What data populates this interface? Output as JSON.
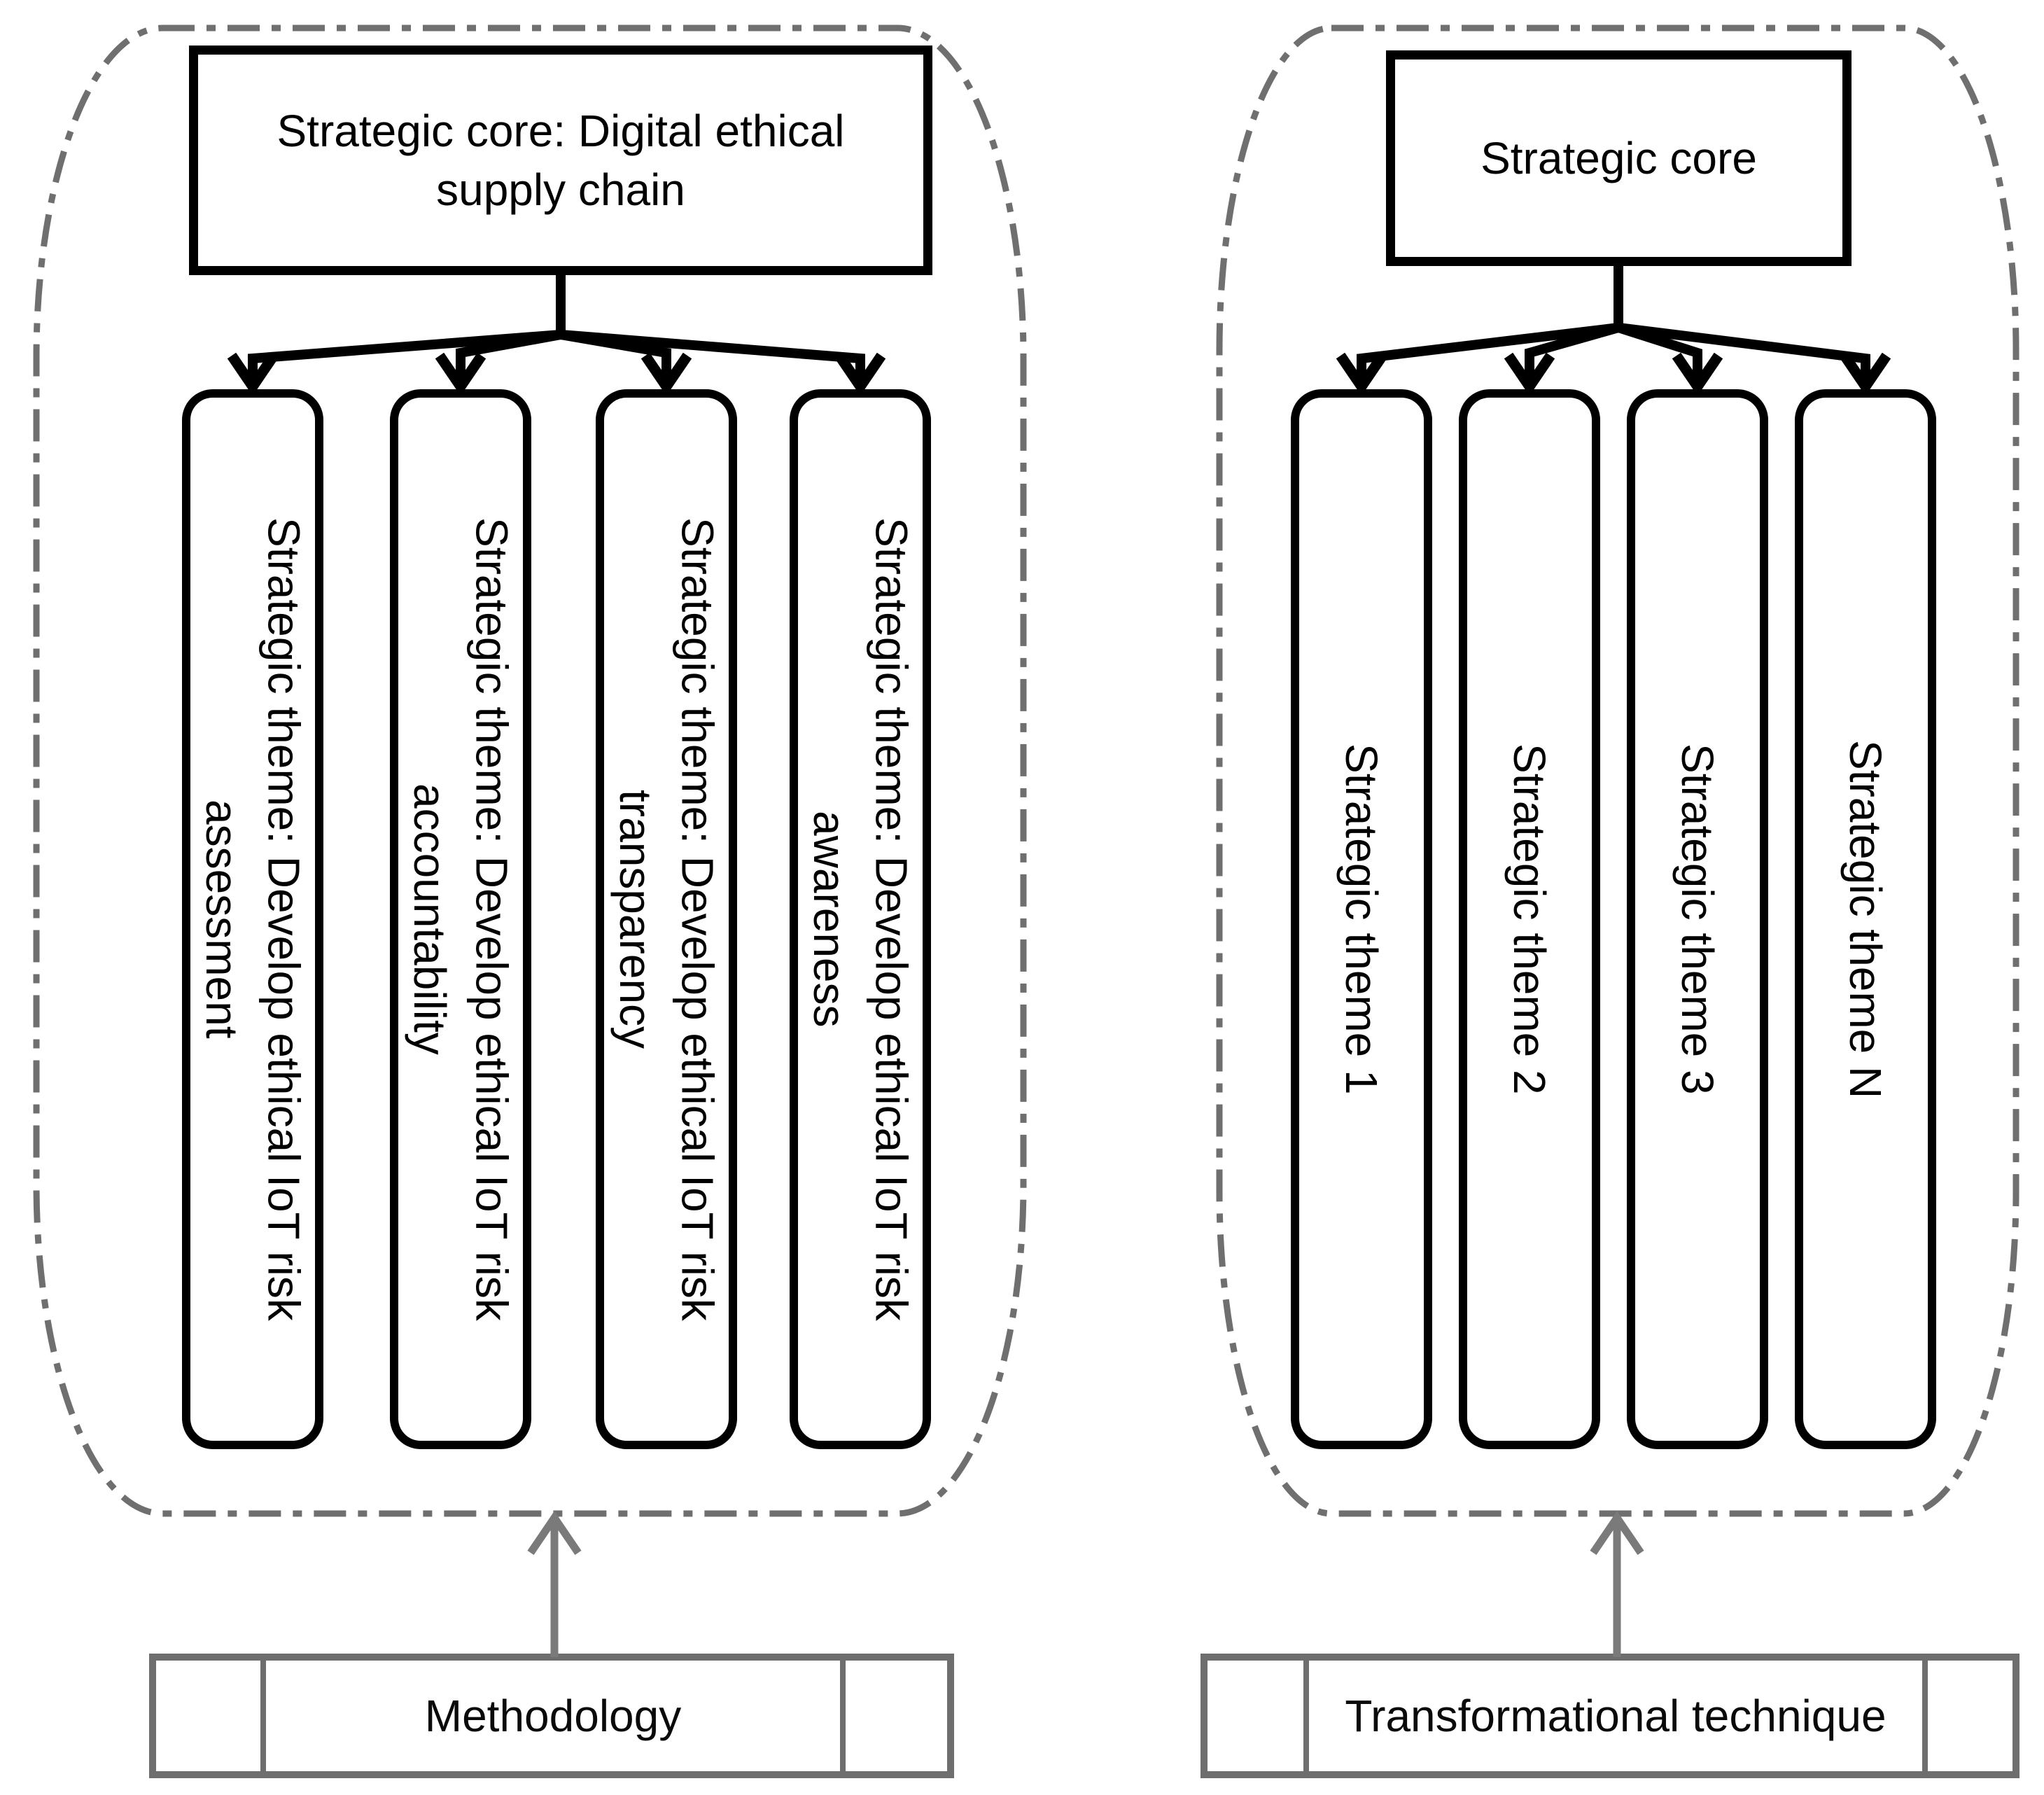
{
  "diagram": {
    "left_panel": {
      "core": {
        "lines": [
          "Strategic core: Digital ethical",
          "supply chain"
        ]
      },
      "themes": [
        {
          "lines": [
            "Strategic theme: Develop ethical IoT risk",
            "assessment"
          ]
        },
        {
          "lines": [
            "Strategic theme: Develop ethical IoT risk",
            "accountability"
          ]
        },
        {
          "lines": [
            "Strategic theme: Develop ethical IoT risk",
            "transparency"
          ]
        },
        {
          "lines": [
            "Strategic theme: Develop ethical IoT risk",
            "awareness"
          ]
        }
      ],
      "input_label": "Methodology"
    },
    "right_panel": {
      "core": {
        "lines": [
          "Strategic core"
        ]
      },
      "themes": [
        {
          "lines": [
            "Strategic theme 1"
          ]
        },
        {
          "lines": [
            "Strategic theme 2"
          ]
        },
        {
          "lines": [
            "Strategic theme 3"
          ]
        },
        {
          "lines": [
            "Strategic theme N"
          ]
        }
      ],
      "input_label": "Transformational technique"
    },
    "colors": {
      "background": "#ffffff",
      "box_border": "#000000",
      "connector": "#000000",
      "text": "#000000",
      "group_boundary_dash": "#6f6f6f",
      "input_box_border": "#6e6e6e",
      "input_arrow": "#7a7a7a"
    }
  }
}
